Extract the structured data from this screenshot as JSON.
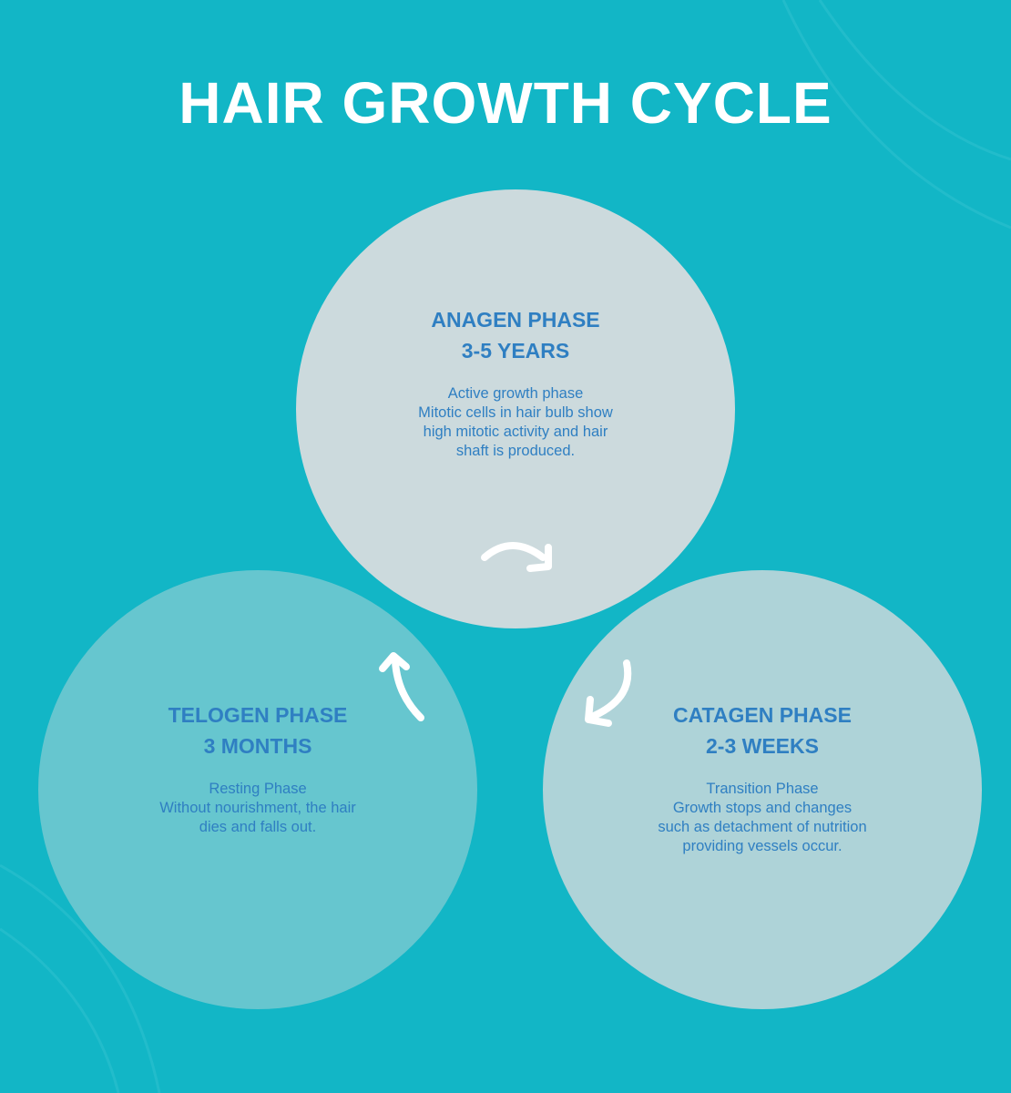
{
  "title": "HAIR GROWTH CYCLE",
  "colors": {
    "background": "#12b6c6",
    "title_text": "#ffffff",
    "phase_text": "#2f7fc2",
    "anagen_circle": "#ccdadd",
    "telogen_circle": "#66c6cf",
    "catagen_circle": "#aed3d8",
    "arrow": "#ffffff"
  },
  "phases": {
    "anagen": {
      "name": "ANAGEN PHASE",
      "duration": "3-5 YEARS",
      "description": [
        "Active growth phase",
        "Mitotic cells in  hair bulb show",
        "high mitotic activity and hair",
        "shaft is produced."
      ]
    },
    "telogen": {
      "name": "TELOGEN PHASE",
      "duration": "3  MONTHS",
      "description": [
        "Resting Phase",
        "Without nourishment, the hair",
        "dies and falls out."
      ]
    },
    "catagen": {
      "name": "CATAGEN PHASE",
      "duration": "2-3 WEEKS",
      "description": [
        "Transition Phase",
        "Growth stops and changes",
        "such as detachment of nutrition",
        "providing vessels occur."
      ]
    }
  },
  "arrows": [
    "curved-arrow-icon",
    "curved-arrow-icon",
    "curved-arrow-icon"
  ]
}
